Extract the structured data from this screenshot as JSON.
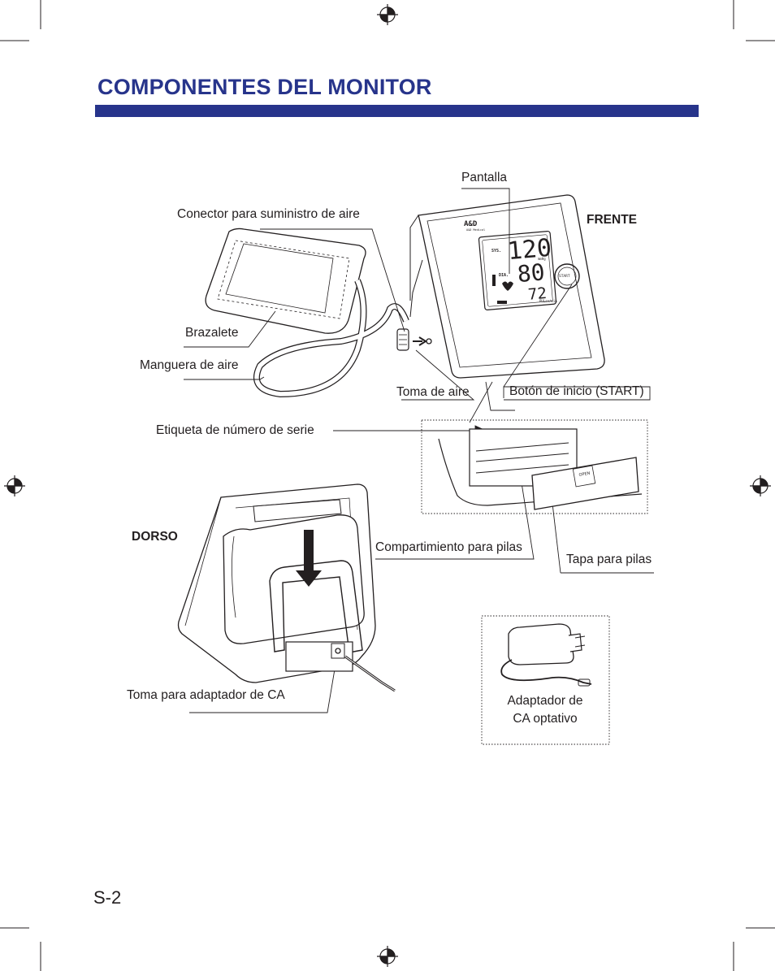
{
  "page": {
    "title": "COMPONENTES DEL MONITOR",
    "page_number": "S-2"
  },
  "front_view": {
    "heading": "FRENTE",
    "labels": {
      "display": "Pantalla",
      "air_connector": "Conector para suministro de aire",
      "cuff": "Brazalete",
      "air_hose": "Manguera de aire",
      "air_socket": "Toma de aire",
      "start_button": "Botón de inicio (START)",
      "serial_label": "Etiqueta de número de serie",
      "battery_compartment": "Compartimiento para pilas",
      "battery_cover": "Tapa para pilas"
    },
    "device_screen": {
      "brand": "A&D",
      "brand_sub": "A&D Medical",
      "sys_label": "SYS.",
      "dia_label": "DIA.",
      "sys_value": "120",
      "dia_value": "80",
      "pulse_value": "72",
      "unit_mmhg": "mmHg",
      "unit_pulse": "PULse/min",
      "start_text": "START",
      "cover_text": "OPEN"
    }
  },
  "back_view": {
    "heading": "DORSO",
    "labels": {
      "ac_socket": "Toma para adaptador de CA"
    }
  },
  "adapter": {
    "line1": "Adaptador de",
    "line2": "CA optativo"
  }
}
